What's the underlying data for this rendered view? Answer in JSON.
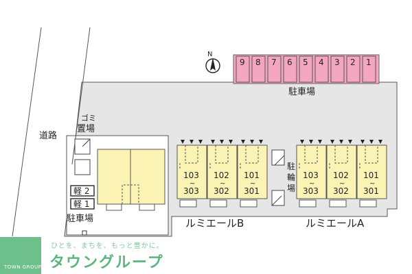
{
  "compass": {
    "label": "N"
  },
  "parking_top": {
    "spaces": [
      "9",
      "8",
      "7",
      "6",
      "5",
      "4",
      "3",
      "2",
      "1"
    ],
    "label": "駐車場"
  },
  "road": {
    "label": "道路"
  },
  "garbage": {
    "label_line1": "ゴミ",
    "label_line2": "置場"
  },
  "kei_parking": {
    "spaces": [
      "軽 2",
      "軽 1"
    ],
    "label": "駐車場"
  },
  "bicycle": {
    "label": "駐輪場"
  },
  "building_b": {
    "name": "ルミエールB",
    "units": [
      [
        "103",
        "303"
      ],
      [
        "102",
        "302"
      ],
      [
        "101",
        "301"
      ]
    ]
  },
  "building_a": {
    "name": "ルミエールA",
    "units": [
      [
        "103",
        "303"
      ],
      [
        "102",
        "302"
      ],
      [
        "101",
        "301"
      ]
    ]
  },
  "brand": {
    "tagline": "ひとを、まちを、もっと豊かに。",
    "name": "タウングループ",
    "logo_text": "TOWN GROUP"
  },
  "colors": {
    "site": "#e6e6e6",
    "building": "#fbf3b3",
    "parking": "#f4a5c0",
    "brand": "#5bb57d"
  }
}
